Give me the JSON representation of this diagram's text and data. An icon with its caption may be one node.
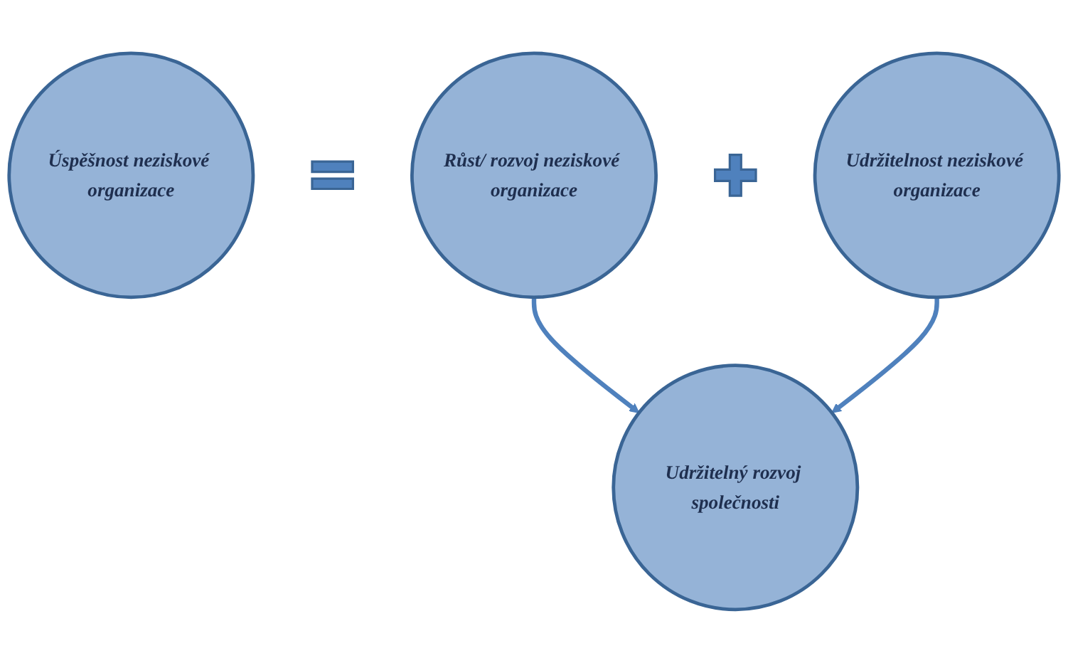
{
  "diagram": {
    "nodes": [
      {
        "text": [
          "Úspěšnost neziskové organizace"
        ]
      },
      {
        "text": [],
        "shape": "equals"
      },
      {
        "text": [
          "Růst/ rozvoj neziskové organizace"
        ]
      },
      {
        "text": [],
        "shape": "plus"
      },
      {
        "text": [
          "Udržitelnost neziskové organizace"
        ]
      },
      {
        "text": [
          "Udržitelný rozvoj společnosti"
        ]
      }
    ],
    "edges": [
      {
        "from": 2,
        "to": 5,
        "arrow": "to"
      },
      {
        "from": 4,
        "to": 5,
        "arrow": "to"
      }
    ]
  }
}
